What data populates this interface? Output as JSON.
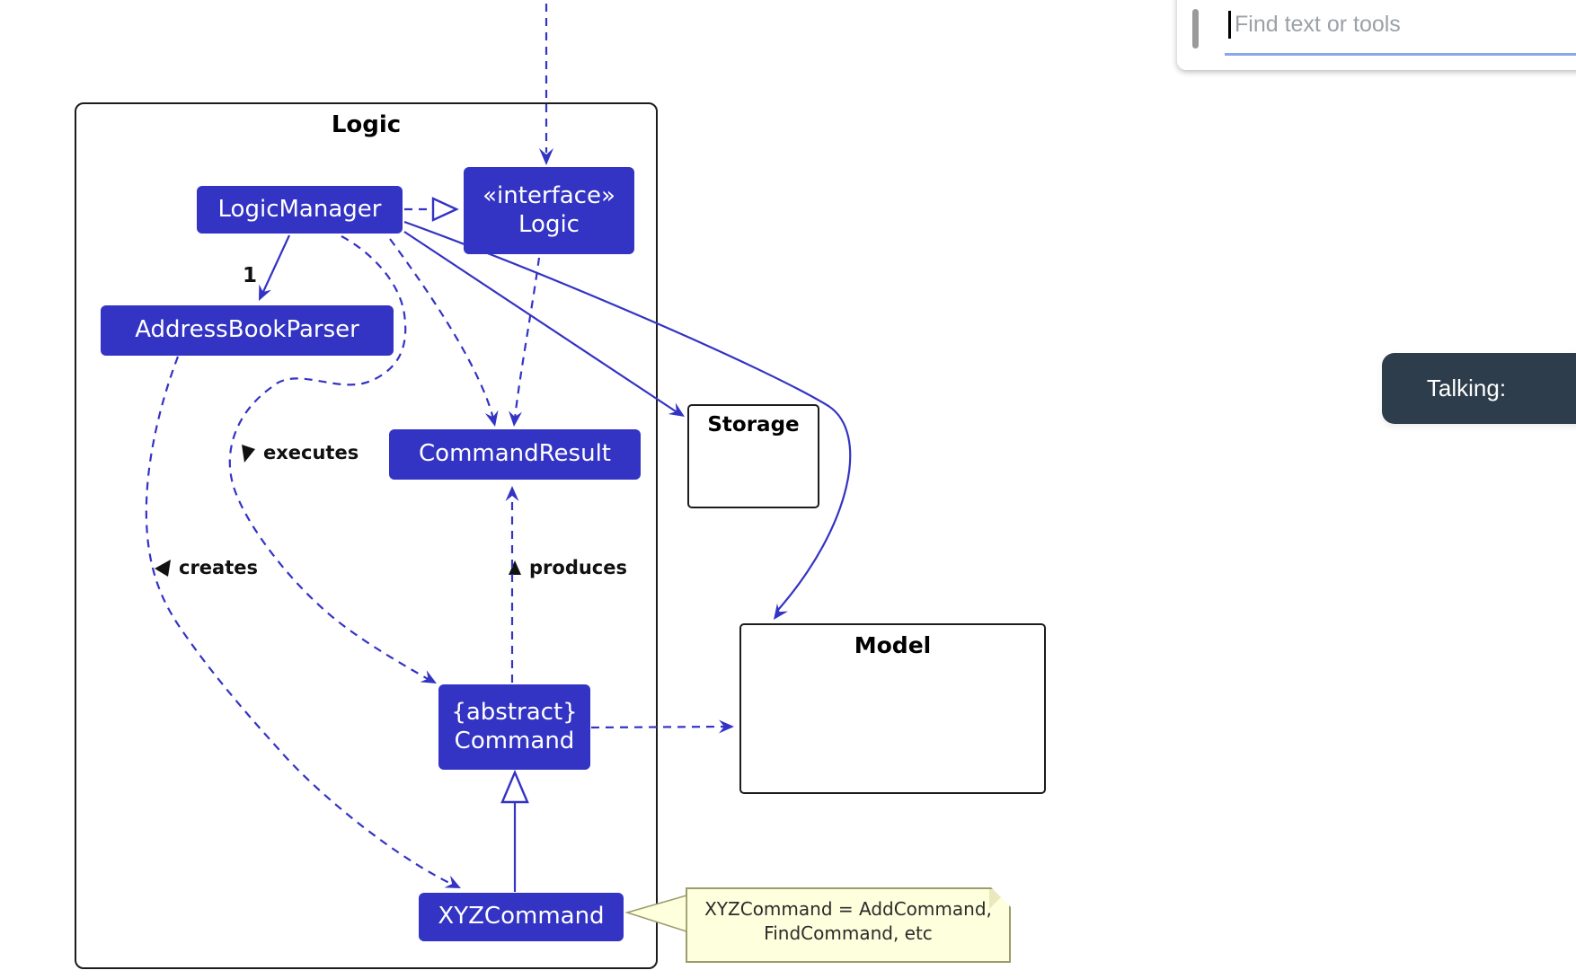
{
  "diagram": {
    "frame_title": "Logic",
    "classes": {
      "logic_manager": "LogicManager",
      "interface_stereotype": "«interface»",
      "interface_name": "Logic",
      "address_book_parser": "AddressBookParser",
      "command_result": "CommandResult",
      "command_stereotype": "{abstract}",
      "command_name": "Command",
      "xyz_command": "XYZCommand"
    },
    "packages": {
      "storage": "Storage",
      "model": "Model"
    },
    "edge_labels": {
      "multiplicity_one": "1",
      "executes": "executes",
      "creates": "creates",
      "produces": "produces"
    },
    "note": {
      "line1": "XYZCommand = AddCommand,",
      "line2": "FindCommand, etc"
    },
    "colors": {
      "class_fill": "#3333C4",
      "arrow": "#3333C4",
      "frame_border": "#1c1c1c",
      "note_fill": "#FEFFDD",
      "note_border": "#9C9C6E"
    }
  },
  "find_bar": {
    "placeholder": "Find text or tools",
    "underline_color": "#8aa6f0"
  },
  "talking_badge": {
    "label": "Talking:",
    "bg_color": "#2E3D4B"
  }
}
